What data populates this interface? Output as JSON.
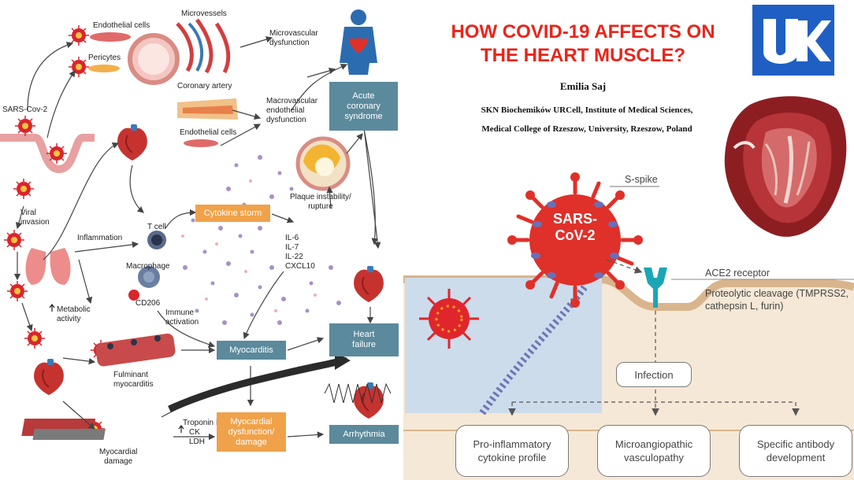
{
  "header": {
    "title_line1": "HOW COVID-19 AFFECTS ON",
    "title_line2": "THE HEART MUSCLE?",
    "author": "Emilia Saj",
    "affiliation_line1": "SKN Biochemików URCell, Institute of Medical Sciences,",
    "affiliation_line2": "Medical College of Rzeszow, University, Rzeszow, Poland"
  },
  "left_diagram": {
    "labels": {
      "endothelial_cells_top": "Endothelial cells",
      "pericytes": "Pericytes",
      "microvessels": "Microvessels",
      "microvascular_dysfunction": "Microvascular\ndysfunction",
      "coronary_artery": "Coronary artery",
      "macrovascular": "Macrovascular\nendothelial\ndysfunction",
      "endothelial_cells_mid": "Endothelial cells",
      "sars_cov_2": "SARS-Cov-2",
      "viral_invasion": "Viral\ninvasion",
      "inflammation": "Inflammation",
      "t_cell": "T cell",
      "macrophage": "Macrophage",
      "cd206": "CD206",
      "metabolic_activity": "Metabolic\nactivity",
      "immune_activation": "Immune\nactivation",
      "cytokines": "IL-6\nIL-7\nIL-22\nCXCL10",
      "plaque": "Plaque instability/\nrupture",
      "fulminant": "Fulminant\nmyocarditis",
      "myocardial_damage": "Myocardial\ndamage",
      "markers_line1": "Troponin I",
      "markers_line2": "CK",
      "markers_line3": "LDH"
    },
    "boxes": {
      "acute_coronary": "Acute\ncoronary\nsyndrome",
      "cytokine_storm": "Cytokine storm",
      "myocarditis": "Myocarditis",
      "heart_failure": "Heart\nfailure",
      "myocardial_dysfunction": "Myocardial\ndysfunction/\ndamage",
      "arrhythmia": "Arrhythmia"
    }
  },
  "right_diagram": {
    "s_spike": "S-spike",
    "virus_label": "SARS-\nCoV-2",
    "ace2": "ACE2 receptor",
    "cleavage": "Proteolytic cleavage (TMPRSS2,\ncathepsin L, furin)",
    "infection": "Infection",
    "outcomes": [
      "Pro-inflammatory\ncytokine profile",
      "Microangiopathic\nvasculopathy",
      "Specific antibody\ndevelopment"
    ]
  },
  "colors": {
    "title_red": "#e8251b",
    "virus_red": "#e0302a",
    "teal_box": "#5b8a9c",
    "orange_box": "#f0a24a",
    "logo_blue": "#1f5fc4"
  },
  "icons": [
    "university-logo",
    "heart-anatomy-image",
    "virus-icon",
    "ace2-receptor-icon"
  ]
}
